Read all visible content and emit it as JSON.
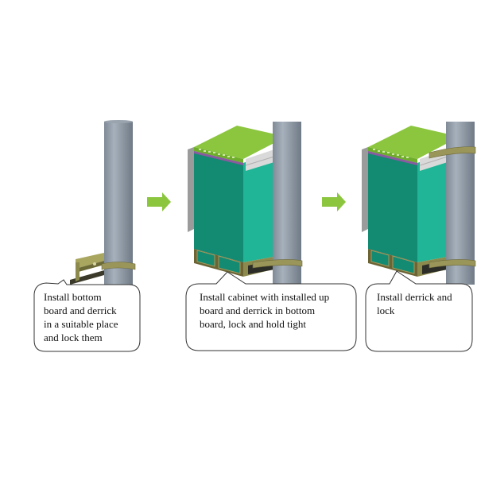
{
  "steps": [
    {
      "caption": "Install bottom\nboard and derrick\nin a suitable place\nand lock them"
    },
    {
      "caption": "Install cabinet with installed up\nboard and derrick in bottom\nboard, lock and hold tight"
    },
    {
      "caption": "Install derrick and\nlock"
    }
  ],
  "arrows": [
    {
      "icon": "right-arrow-icon"
    },
    {
      "icon": "right-arrow-icon"
    }
  ],
  "colors": {
    "pole": "#8e9aa6",
    "pole_light": "#b5bec8",
    "pole_dark": "#6d7884",
    "cabinet_front": "#138a72",
    "cabinet_side": "#1fb596",
    "cabinet_top": "#8cc63f",
    "bracket": "#8d8a4e",
    "arrow": "#8cc63f"
  }
}
